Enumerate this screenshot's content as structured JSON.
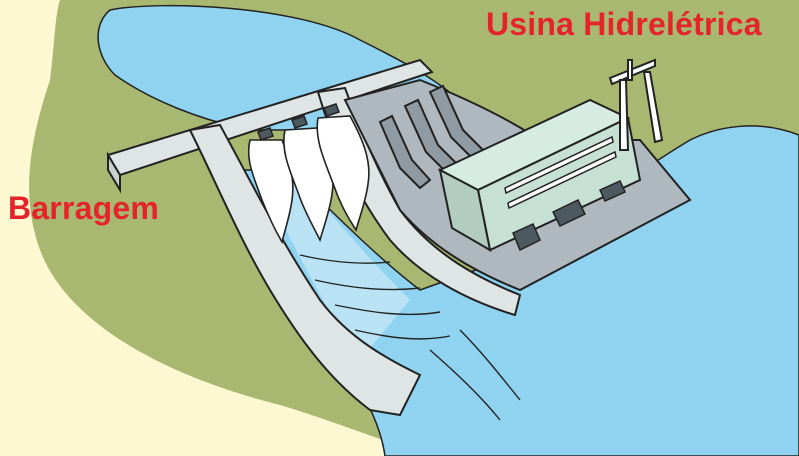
{
  "labels": {
    "power_plant": "Usina Hidrelétrica",
    "dam": "Barragem"
  },
  "colors": {
    "background": "#fdf8d2",
    "land": "#a9b870",
    "water": "#8fd3f1",
    "water_light": "#b9e3f5",
    "concrete": "#dfe4e4",
    "plant_building": "#c6e0d4",
    "label_text": "#e5232b",
    "outline": "#222222"
  },
  "icons": [
    "dam",
    "spillway-water",
    "penstock",
    "power-house",
    "transmission-tower"
  ]
}
